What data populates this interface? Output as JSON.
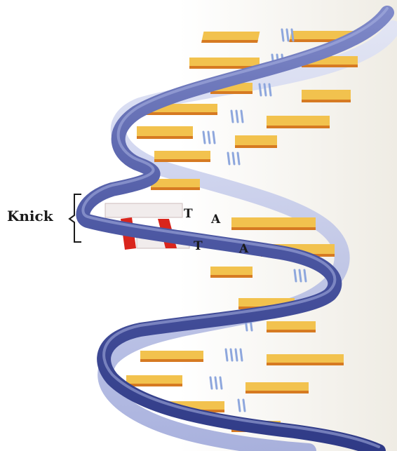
{
  "labels": {
    "knick": "Knick",
    "base_t1": "T",
    "base_a1": "A",
    "base_t2": "T",
    "base_a2": "A"
  },
  "colors": {
    "backbone": "#5965b0",
    "backbone_light": "#b9c0e6",
    "base_pair": "#f2c24e",
    "base_pair_edge": "#d67a22",
    "hydrogen_bond": "#8ea7dd",
    "knick_pair": "#d9251c",
    "paper": "#f4f1ea"
  },
  "icons": {
    "bracket": "knick-bracket-icon"
  }
}
